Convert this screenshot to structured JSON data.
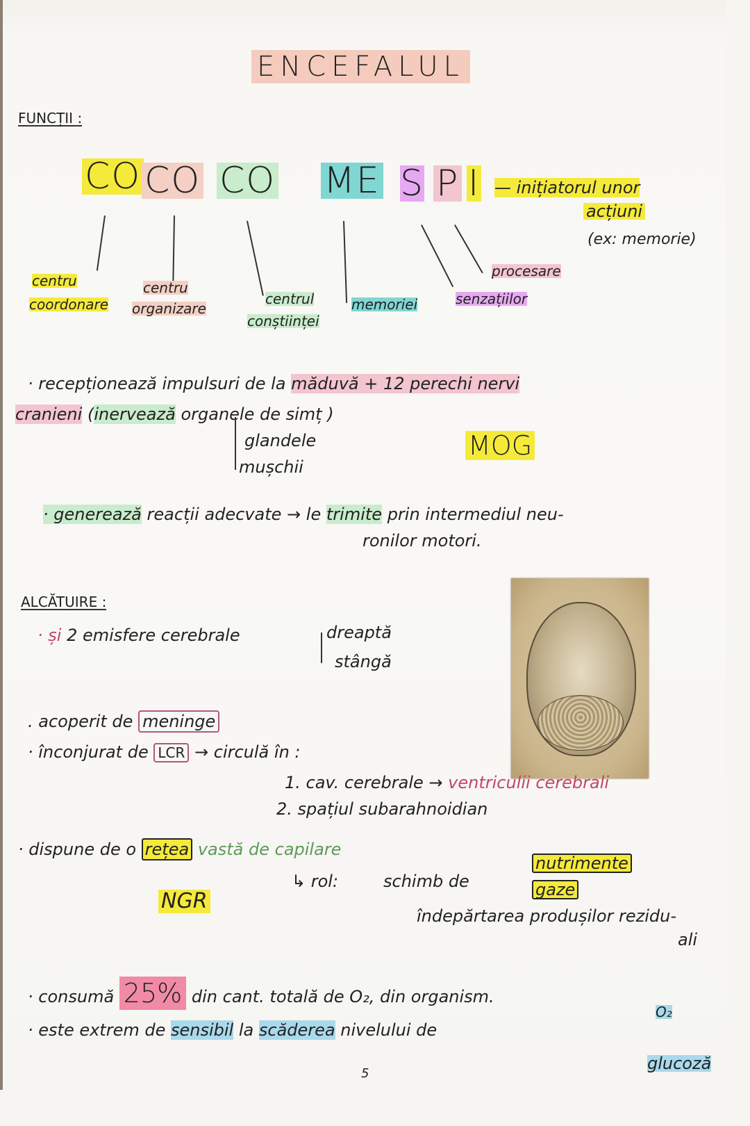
{
  "title": "ENCEFALUL",
  "section_functions": "FUNCȚII :",
  "mnemonic": {
    "parts": [
      "CO",
      "CO",
      "CO",
      "ME",
      "S",
      "P",
      "I"
    ],
    "colors": [
      "#f5ea3a",
      "#f4cfc4",
      "#c9eccc",
      "#7fd6d2",
      "#e7a8f2",
      "#f3c5cf",
      "#f5ea3a"
    ],
    "initiator_line1": "— inițiatorul unor",
    "initiator_line2": "acțiuni",
    "initiator_example": "(ex: memorie)"
  },
  "labels": {
    "centru_coordonare_1": "centru",
    "centru_coordonare_2": "coordonare",
    "centru_organizare_1": "centru",
    "centru_organizare_2": "organizare",
    "centrul_constiintei_1": "centrul",
    "centrul_constiintei_2": "conștiinței",
    "memoriei": "memoriei",
    "procesare": "procesare",
    "senzatiilor": "senzațiilor"
  },
  "receptie": {
    "line1_a": "· recepționează impulsuri de la",
    "line1_hl": "măduvă + 12 perechi nervi",
    "line2_hl": "cranieni",
    "line2_b": "(",
    "line2_hl2": "inervează",
    "branch1": "organele de simț )",
    "branch2": "glandele",
    "branch3": "mușchii",
    "mnemonic": "MOG"
  },
  "genereaza": {
    "hl1": "· generează",
    "text1": "reacții adecvate → le",
    "hl2": "trimite",
    "text2": "prin intermediul neu-",
    "line2": "ronilor motori."
  },
  "section_alcatuire": "ALCĂTUIRE :",
  "emisfere": {
    "si": "· și",
    "text": "2 emisfere cerebrale",
    "branch1": "dreaptă",
    "branch2": "stângă"
  },
  "acoperit": {
    "text": ". acoperit de",
    "boxed": "meninge"
  },
  "inconjurat": {
    "text": "· înconjurat de",
    "boxed": "LCR",
    "after": "→ circulă în :",
    "item1": "1. cav. cerebrale →",
    "item1_red": "ventriculii cerebrali",
    "item2": "2. spațiul subarahnoidian"
  },
  "retea": {
    "text": "· dispune de o",
    "boxed": "rețea",
    "green": "vastă de capilare",
    "rol": "↳ rol:",
    "schimb": "schimb de",
    "nutrimente": "nutrimente",
    "gaze": "gaze",
    "indepartare": "îndepărtarea produșilor rezidu-",
    "indepartare2": "ali",
    "mnemonic": "NGR"
  },
  "consum": {
    "text1": "· consumă",
    "percent": "25%",
    "text2": "din cant. totală de O₂, din organism."
  },
  "sensibil": {
    "text1": "· este extrem de",
    "hl1": "sensibil",
    "text2": "la",
    "hl2": "scăderea",
    "text3": "nivelului de",
    "branch1": "O₂",
    "branch2": "glucoză"
  },
  "page_number": "5"
}
